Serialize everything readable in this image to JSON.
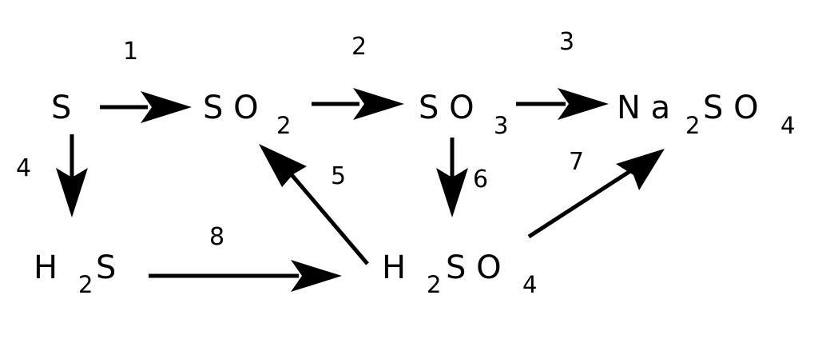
{
  "compounds": {
    "s": {
      "main": "S"
    },
    "so2": {
      "main": "S O",
      "sub": "2"
    },
    "so3": {
      "main": "S O",
      "sub": "3"
    },
    "na2so4": {
      "main_a": "N a",
      "sub_a": "2",
      "main_b": "S O",
      "sub_b": "4"
    },
    "h2s": {
      "main_a": "H",
      "sub_a": "2",
      "main_b": "S"
    },
    "h2so4": {
      "main_a": "H",
      "sub_a": "2",
      "main_b": "S O",
      "sub_b": "4"
    }
  },
  "reactions": [
    {
      "number": "1",
      "from": "S",
      "to": "SO2"
    },
    {
      "number": "2",
      "from": "SO2",
      "to": "SO3"
    },
    {
      "number": "3",
      "from": "SO3",
      "to": "Na2SO4"
    },
    {
      "number": "4",
      "from": "S",
      "to": "H2S"
    },
    {
      "number": "5",
      "from": "H2SO4",
      "to": "SO2"
    },
    {
      "number": "6",
      "from": "SO3",
      "to": "H2SO4"
    },
    {
      "number": "7",
      "from": "H2SO4",
      "to": "Na2SO4"
    },
    {
      "number": "8",
      "from": "H2S",
      "to": "H2SO4"
    }
  ],
  "colors": {
    "ink": "#000000",
    "background": "#ffffff"
  }
}
